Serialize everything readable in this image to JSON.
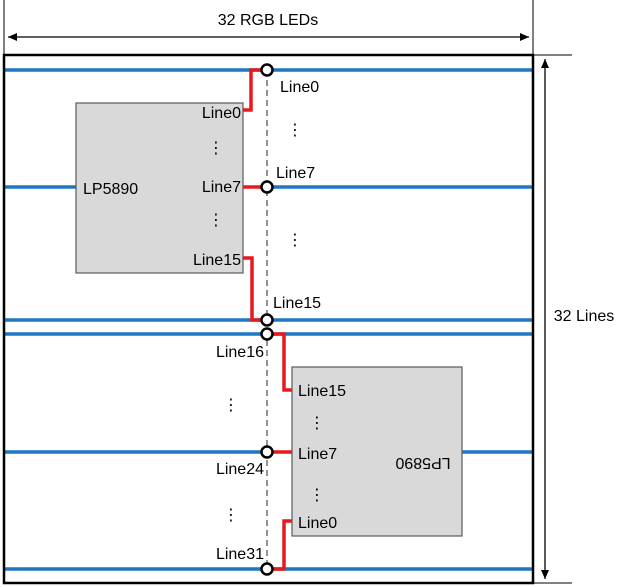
{
  "dimensions": {
    "width_label": "32 RGB LEDs",
    "height_label": "32 Lines"
  },
  "chips": {
    "top": {
      "name": "LP5890",
      "pins": {
        "first": "Line0",
        "middle": "Line7",
        "last": "Line15"
      },
      "ellipsis_1": "⋮",
      "ellipsis_2": "⋮"
    },
    "bottom": {
      "name": "LP5890",
      "pins": {
        "first": "Line15",
        "middle": "Line7",
        "last": "Line0"
      },
      "ellipsis_1": "⋮",
      "ellipsis_2": "⋮"
    }
  },
  "scan_lines": {
    "line0": "Line0",
    "line7": "Line7",
    "line15": "Line15",
    "line16": "Line16",
    "line24": "Line24",
    "line31": "Line31",
    "ellipsis_upper_1": "⋮",
    "ellipsis_upper_2": "⋮",
    "ellipsis_lower_1": "⋮",
    "ellipsis_lower_2": "⋮"
  },
  "colors": {
    "scan_line": "#1f77c4",
    "connection": "#e8191c",
    "chip_fill": "#d9d9d9",
    "chip_border": "#595959",
    "frame": "#000000",
    "centerline": "#595959"
  }
}
